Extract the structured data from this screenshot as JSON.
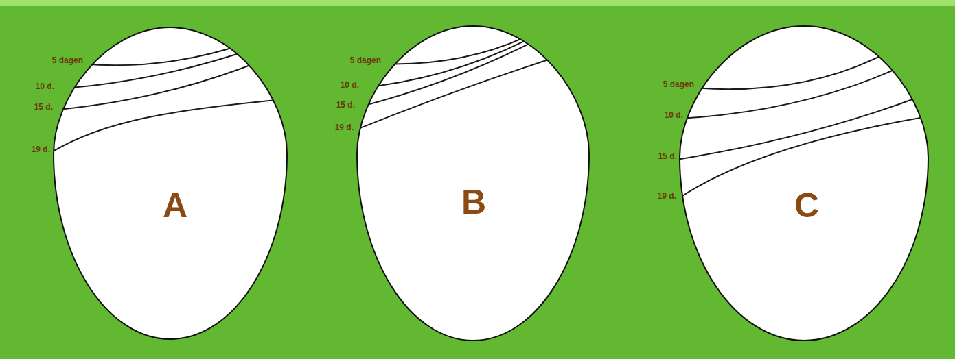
{
  "diagram": {
    "nodes": [
      {
        "text": [
          "A"
        ]
      },
      {
        "text": [
          "B"
        ]
      },
      {
        "text": [
          "C"
        ]
      }
    ],
    "labels": [
      "5 dagen",
      "10 d.",
      "15 d.",
      "19 d.",
      "5 dagen",
      "10 d.",
      "15 d.",
      "19 d.",
      "5 dagen",
      "10 d.",
      "15 d.",
      "19 d."
    ]
  }
}
